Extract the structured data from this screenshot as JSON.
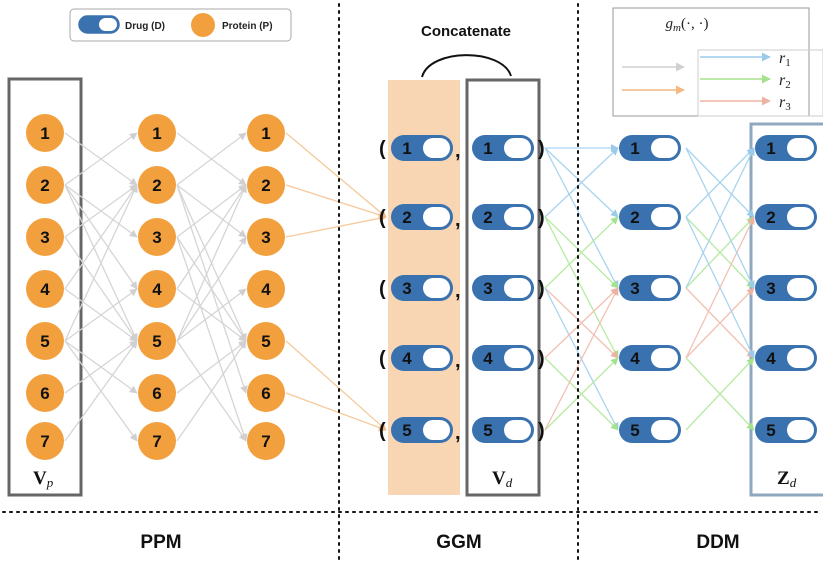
{
  "legend": {
    "drug_label": "Drug (D)",
    "protein_label": "Protein (P)"
  },
  "sections": {
    "ppm": "PPM",
    "ggm": "GGM",
    "ddm": "DDM"
  },
  "concatenate_label": "Concatenate",
  "matrix_labels": {
    "vp_main": "V",
    "vp_sub": "p",
    "vd_main": "V",
    "vd_sub": "d",
    "zd_main": "Z",
    "zd_sub": "d"
  },
  "relation_legend": {
    "gm_main": "g",
    "gm_sub": "m",
    "gm_args": "(·, ·)",
    "r1_main": "r",
    "r1_sub": "1",
    "r2_main": "r",
    "r2_sub": "2",
    "r3_main": "r",
    "r3_sub": "3"
  },
  "comma": ",",
  "paren_open": "(",
  "paren_close": ")",
  "protein_nodes": [
    "1",
    "2",
    "3",
    "4",
    "5",
    "6",
    "7"
  ],
  "drug_nodes": [
    "1",
    "2",
    "3",
    "4",
    "5"
  ],
  "colors": {
    "protein": "#F2A03D",
    "drug": "#3A72B0",
    "concat_band": "#F8D5B3",
    "edge_gray": "#D5D5D5",
    "edge_orange": "#F5C99A",
    "r1": "#A9D4F0",
    "r2": "#B5EBA0",
    "r3": "#F2C1B3"
  }
}
